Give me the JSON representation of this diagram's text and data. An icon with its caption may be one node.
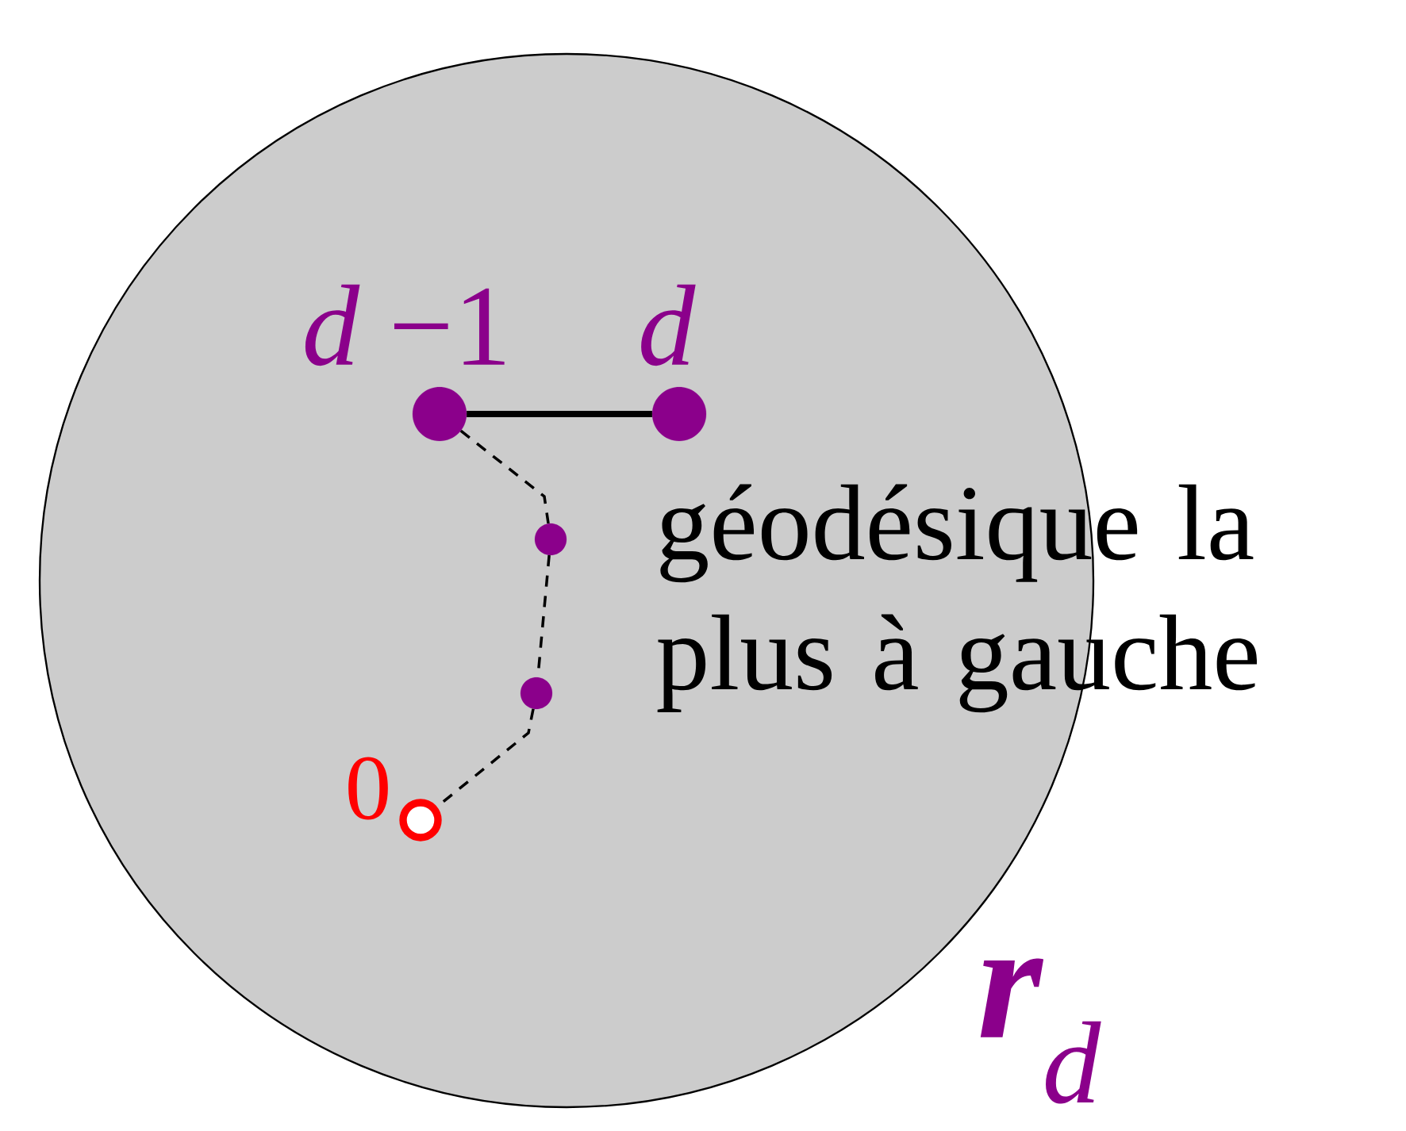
{
  "diagram": {
    "nodes": [
      {
        "text": [],
        "shape": "circle",
        "beside": [
          "**r**$_{d}$"
        ]
      },
      {
        "text": [],
        "shape": "circle",
        "in": 0,
        "beside": [
          "*d* −1"
        ]
      },
      {
        "text": [],
        "shape": "circle",
        "in": 0,
        "beside": [
          "d"
        ]
      },
      {
        "text": [],
        "shape": "circle",
        "in": 0
      },
      {
        "text": [],
        "shape": "circle",
        "in": 0
      },
      {
        "text": [],
        "shape": "circle",
        "in": 0,
        "beside": [
          "0"
        ]
      }
    ],
    "edges": [
      {
        "from": 1,
        "to": 2,
        "arrow": "none",
        "style": "thick"
      },
      {
        "from": 1,
        "to": 3,
        "arrow": "none",
        "style": "dashed"
      },
      {
        "from": 3,
        "to": 4,
        "arrow": "none",
        "style": "dashed"
      },
      {
        "from": 4,
        "to": 5,
        "arrow": "none",
        "style": "dashed"
      }
    ],
    "labels": [
      "géodésique la plus à gauche"
    ]
  }
}
